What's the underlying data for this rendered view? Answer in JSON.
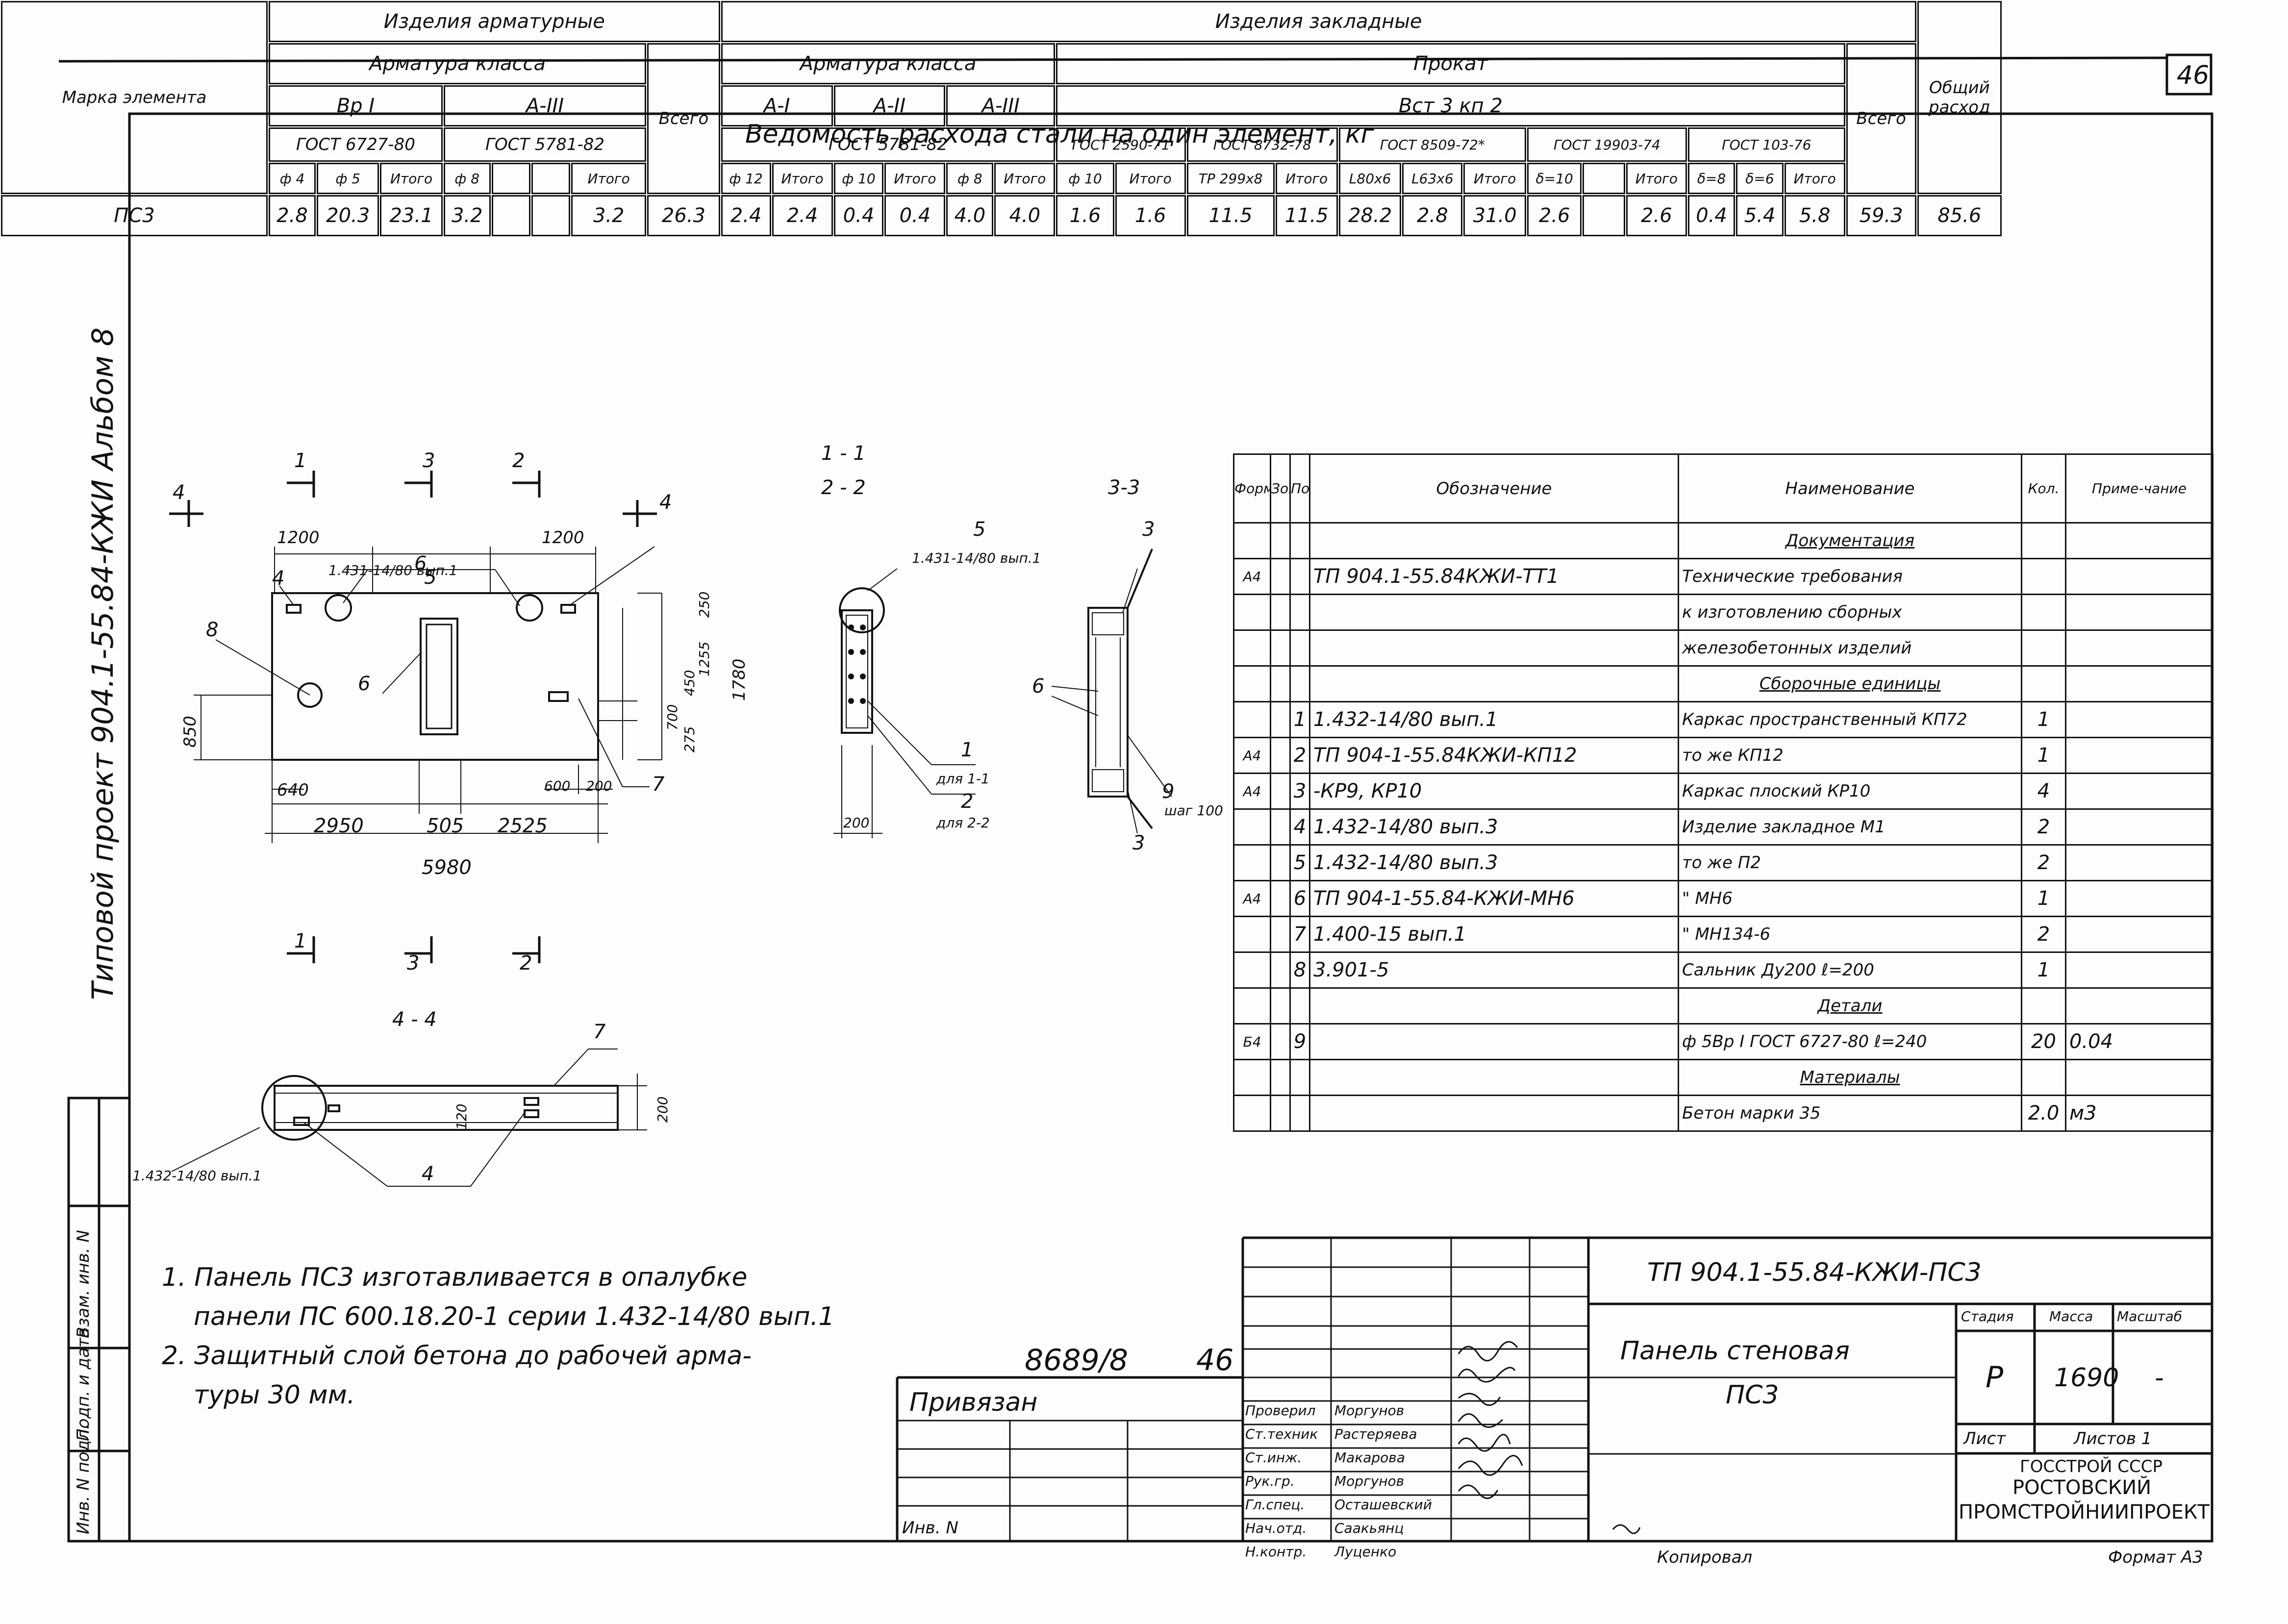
{
  "sheet": {
    "page_number": "46",
    "vertical_title": "Типовой проект 904.1-55.84-КЖИ Альбом 8",
    "vertical_stamp_labels": [
      "Инв. N подл.",
      "Подп. и дата",
      "Взам. инв. N"
    ]
  },
  "steel_table": {
    "title": "Ведомость расхода стали на один элемент, кг",
    "mark_header": "Марка элемента",
    "rebar_products": "Изделия арматурные",
    "embedded_products": "Изделия закладные",
    "rebar_class": "Арматура класса",
    "rebar_class2": "Арматура класса",
    "rolled": "Прокат",
    "grade": "Вст 3 кп 2",
    "class_bp1": "Вр I",
    "class_a3": "А-III",
    "class_a1": "А-I",
    "class_a2": "А-II",
    "class_a3b": "А-III",
    "gost_6727": "ГОСТ 6727-80",
    "gost_5781a": "ГОСТ 5781-82",
    "gost_5781b": "ГОСТ 5781-82",
    "gost_2590": "ГОСТ 2590-71",
    "gost_8732": "ГОСТ 8732-78",
    "gost_8509": "ГОСТ 8509-72*",
    "gost_19903": "ГОСТ 19903-74",
    "gost_103": "ГОСТ 103-76",
    "vsego1": "Всего",
    "vsego2": "Всего",
    "total_header": "Общий расход",
    "subheaders": [
      "ф 4",
      "ф 5",
      "Итого",
      "ф 8",
      "",
      "",
      "Итого",
      "ф 12",
      "Итого",
      "ф 10",
      "Итого",
      "ф 8",
      "Итого",
      "ф 10",
      "Итого",
      "ТР 299x8",
      "Итого",
      "L80x6",
      "L63x6",
      "Итого",
      "δ=10",
      "",
      "Итого",
      "δ=8",
      "δ=6",
      "Итого"
    ],
    "row": {
      "mark": "ПС3",
      "values": [
        "2.8",
        "20.3",
        "23.1",
        "3.2",
        "",
        "",
        "3.2",
        "26.3",
        "2.4",
        "2.4",
        "0.4",
        "0.4",
        "4.0",
        "4.0",
        "1.6",
        "1.6",
        "11.5",
        "11.5",
        "28.2",
        "2.8",
        "31.0",
        "2.6",
        "",
        "2.6",
        "0.4",
        "5.4",
        "5.8",
        "59.3",
        "85.6"
      ]
    }
  },
  "drawing": {
    "dims": {
      "d1200a": "1200",
      "d1200b": "1200",
      "d850": "850",
      "d640": "640",
      "d2950": "2950",
      "d505": "505",
      "d2525": "2525",
      "d5980": "5980",
      "d600": "600",
      "d200": "200",
      "d1780": "1780",
      "d1255": "1255",
      "d250": "250",
      "d450": "450",
      "d700": "700",
      "d275": "275",
      "d200s": "200",
      "d200e": "200",
      "d120": "120"
    },
    "callouts": {
      "c1": "1",
      "c2": "2",
      "c3": "3",
      "c4a": "4",
      "c4b": "4",
      "c5": "5",
      "c6": "6",
      "c7": "7",
      "c8": "8",
      "c4c": "4",
      "c4d": "4",
      "c5b": "5",
      "c6b": "6",
      "c3a": "3",
      "c3b": "3",
      "c9": "9",
      "c1b": "1",
      "c2b": "2",
      "c7b": "7",
      "c4e": "4",
      "c1c": "1",
      "c2c": "2",
      "c3c": "3"
    },
    "labels": {
      "ref1431": "1.431-14/80 вып.1",
      "ref1431b": "1.431-14/80 вып.1",
      "ref1432": "1.432-14/80 вып.1",
      "for11": "для 1-1",
      "for22": "для 2-2",
      "step": "шаг 100",
      "sec11": "1 - 1",
      "sec22": "2 - 2",
      "sec33": "3-3",
      "sec44": "4 - 4"
    }
  },
  "spec": {
    "headers": {
      "format": "Формат",
      "zone": "Зона",
      "pos": "Поз.",
      "designation": "Обозначение",
      "name": "Наименование",
      "qty": "Кол.",
      "note": "Приме-чание"
    },
    "rows": [
      {
        "format": "",
        "pos": "",
        "designation": "",
        "name": "Документация",
        "qty": "",
        "note": "",
        "u": true
      },
      {
        "format": "А4",
        "pos": "",
        "designation": "ТП 904.1-55.84КЖИ-ТТ1",
        "name": "Технические требования",
        "qty": "",
        "note": ""
      },
      {
        "format": "",
        "pos": "",
        "designation": "",
        "name": "к изготовлению сборных",
        "qty": "",
        "note": ""
      },
      {
        "format": "",
        "pos": "",
        "designation": "",
        "name": "железобетонных изделий",
        "qty": "",
        "note": ""
      },
      {
        "format": "",
        "pos": "",
        "designation": "",
        "name": "Сборочные единицы",
        "qty": "",
        "note": "",
        "u": true
      },
      {
        "format": "",
        "pos": "1",
        "designation": "1.432-14/80 вып.1",
        "name": "Каркас пространственный КП72",
        "qty": "1",
        "note": ""
      },
      {
        "format": "А4",
        "pos": "2",
        "designation": "ТП 904-1-55.84КЖИ-КП12",
        "name": "то же        КП12",
        "qty": "1",
        "note": ""
      },
      {
        "format": "А4",
        "pos": "3",
        "designation": "-КР9, КР10",
        "name": "Каркас плоский КР10",
        "qty": "4",
        "note": ""
      },
      {
        "format": "",
        "pos": "4",
        "designation": "1.432-14/80 вып.3",
        "name": "Изделие закладное М1",
        "qty": "2",
        "note": ""
      },
      {
        "format": "",
        "pos": "5",
        "designation": "1.432-14/80 вып.3",
        "name": "то же            П2",
        "qty": "2",
        "note": ""
      },
      {
        "format": "А4",
        "pos": "6",
        "designation": "ТП 904-1-55.84-КЖИ-МН6",
        "name": "\"            МН6",
        "qty": "1",
        "note": ""
      },
      {
        "format": "",
        "pos": "7",
        "designation": "1.400-15 вып.1",
        "name": "\"         МН134-6",
        "qty": "2",
        "note": ""
      },
      {
        "format": "",
        "pos": "8",
        "designation": "3.901-5",
        "name": "Сальник Ду200 ℓ=200",
        "qty": "1",
        "note": ""
      },
      {
        "format": "",
        "pos": "",
        "designation": "",
        "name": "Детали",
        "qty": "",
        "note": "",
        "u": true
      },
      {
        "format": "Б4",
        "pos": "9",
        "designation": "",
        "name": "ф 5Вр I ГОСТ 6727-80 ℓ=240",
        "qty": "20",
        "note": "0.04"
      },
      {
        "format": "",
        "pos": "",
        "designation": "",
        "name": "Материалы",
        "qty": "",
        "note": "",
        "u": true
      },
      {
        "format": "",
        "pos": "",
        "designation": "",
        "name": "Бетон марки 35",
        "qty": "2.0",
        "note": "м3"
      }
    ]
  },
  "notes": [
    "1. Панель ПС3 изготавливается в опалубке",
    "панели ПС 600.18.20-1 серии 1.432-14/80 вып.1",
    "2. Защитный слой бетона до рабочей арма-",
    "туры 30 мм."
  ],
  "stamp": {
    "handwritten_code": "8689/8",
    "handwritten_page": "46",
    "attached": "Привязан",
    "inv": "Инв. N",
    "doc_code": "ТП 904.1-55.84-КЖИ-ПС3",
    "doc_title": "Панель стеновая",
    "doc_sub": "ПС3",
    "stage_label": "Стадия",
    "mass_label": "Масса",
    "scale_label": "Масштаб",
    "stage": "Р",
    "mass": "1690",
    "scale": "-",
    "sheet_label": "Лист",
    "sheets_label": "Листов 1",
    "org1": "ГОССТРОЙ СССР",
    "org2": "РОСТОВСКИЙ",
    "org3": "ПРОМСТРОЙНИИПРОЕКТ",
    "signers": [
      {
        "role": "Проверил",
        "name": "Моргунов"
      },
      {
        "role": "Ст.техник",
        "name": "Растеряева"
      },
      {
        "role": "Ст.инж.",
        "name": "Макарова"
      },
      {
        "role": "Рук.гр.",
        "name": "Моргунов"
      },
      {
        "role": "Гл.спец.",
        "name": "Осташевский"
      },
      {
        "role": "Нач.отд.",
        "name": "Саакьянц"
      },
      {
        "role": "Н.контр.",
        "name": "Луценко"
      }
    ],
    "copied": "Копировал",
    "format": "Формат А3"
  }
}
